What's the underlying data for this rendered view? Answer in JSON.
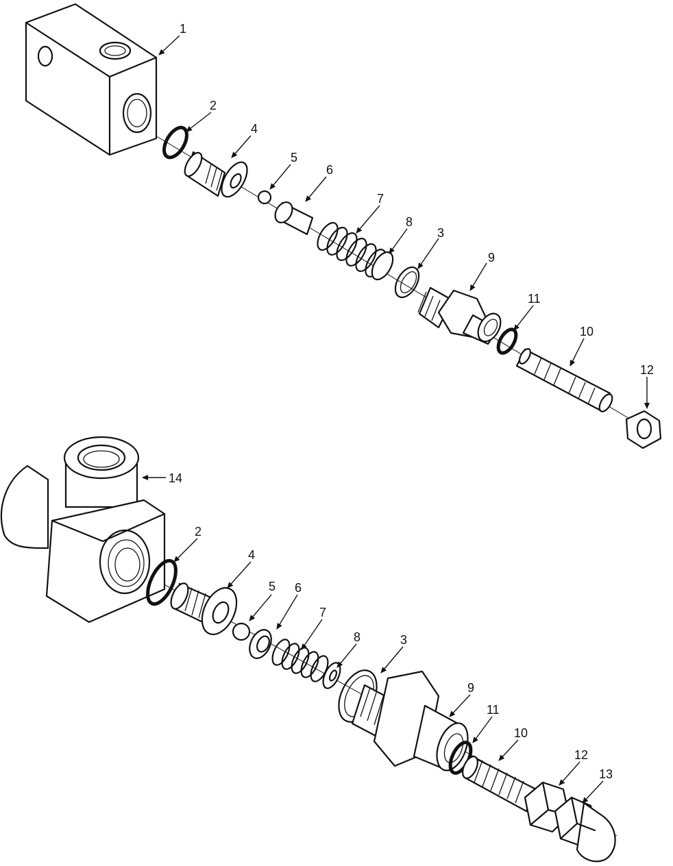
{
  "upper_assembly": {
    "callouts": [
      "1",
      "2",
      "4",
      "5",
      "6",
      "7",
      "8",
      "3",
      "9",
      "11",
      "10",
      "12"
    ]
  },
  "lower_assembly": {
    "callouts": [
      "14",
      "2",
      "4",
      "5",
      "6",
      "7",
      "8",
      "3",
      "9",
      "11",
      "10",
      "12",
      "13"
    ]
  }
}
